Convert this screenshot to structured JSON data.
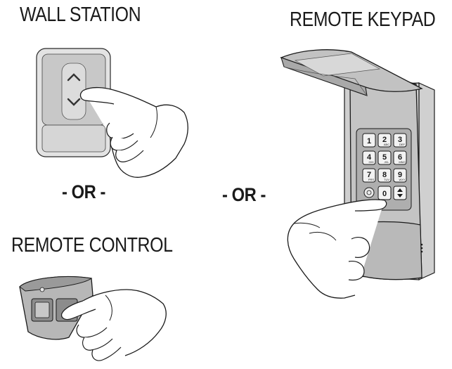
{
  "labels": {
    "wall_station": "WALL STATION",
    "remote_keypad": "REMOTE KEYPAD",
    "remote_control": "REMOTE CONTROL",
    "or_left": "- OR -",
    "or_middle": "- OR -"
  },
  "keypad": {
    "keys": [
      {
        "num": "1",
        "sub": ""
      },
      {
        "num": "2",
        "sub": "ABC"
      },
      {
        "num": "3",
        "sub": "DEF"
      },
      {
        "num": "4",
        "sub": "GHI"
      },
      {
        "num": "5",
        "sub": "JKL"
      },
      {
        "num": "6",
        "sub": "MNO"
      },
      {
        "num": "7",
        "sub": "PRS"
      },
      {
        "num": "8",
        "sub": "TUV"
      },
      {
        "num": "9",
        "sub": "WXY"
      },
      {
        "num": "0",
        "sub": ""
      }
    ]
  },
  "colors": {
    "text": "#1a1a1a",
    "device_fill": "#c9c9c9",
    "device_dark": "#8f8f8f",
    "outline": "#2a2a2a"
  }
}
